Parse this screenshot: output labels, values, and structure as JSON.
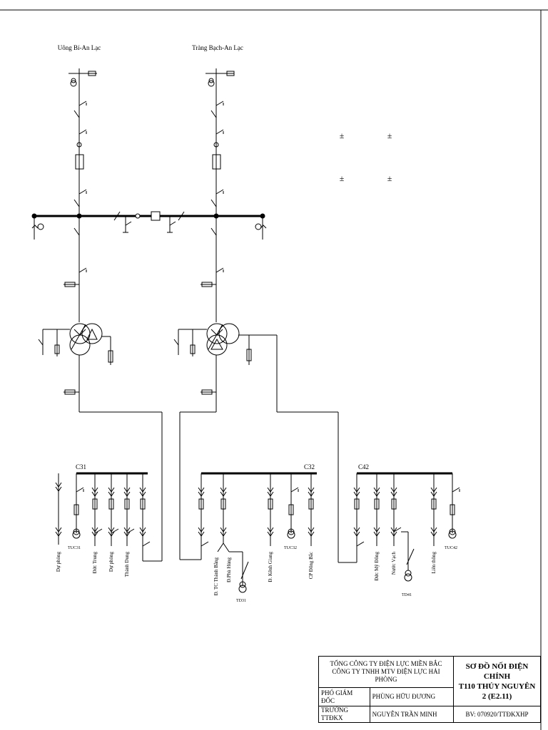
{
  "lines": {
    "left_feeder": "Uông Bí-An Lạc",
    "right_feeder": "Tràng Bạch-An Lạc"
  },
  "buses": {
    "c31": "C31",
    "c32": "C32",
    "c42": "C42"
  },
  "vt_labels": {
    "tuc31": "TUC31",
    "tuc32": "TUC32",
    "tuc42": "TUC42",
    "td31": "TD31",
    "td41": "TD41"
  },
  "feeders": {
    "c31": [
      "Dự phòng",
      "Đức Trung",
      "Dự phòng",
      "Thành Dung"
    ],
    "c32": [
      "Đ. TC Thành Bằng",
      "Đ.Phù Hùng",
      "Đ. Kênh Giang",
      "CP Đông Bắc"
    ],
    "c42": [
      "Đức Mỹ Đông",
      "Nước Vạch",
      "Liên thông"
    ]
  },
  "symbols": [
    "±",
    "±",
    "±",
    "±"
  ],
  "title_block": {
    "company_line1": "TỔNG CÔNG TY ĐIỆN LỰC MIỀN BẮC",
    "company_line2": "CÔNG TY TNHH MTV ĐIỆN LỰC HẢI PHÒNG",
    "title_line1": "SƠ ĐỒ NỐI ĐIỆN CHÍNH",
    "title_line2": "T110 THỦY NGUYÊN 2 (E2.11)",
    "role1": "PHÓ GIÁM ĐỐC",
    "name1": "PHÙNG HỮU ĐƯƠNG",
    "role2": "TRƯỞNG TTĐKX",
    "name2": "NGUYỄN TRẦN MINH",
    "doc_no": "BV: 070920/TTĐKXHP"
  }
}
